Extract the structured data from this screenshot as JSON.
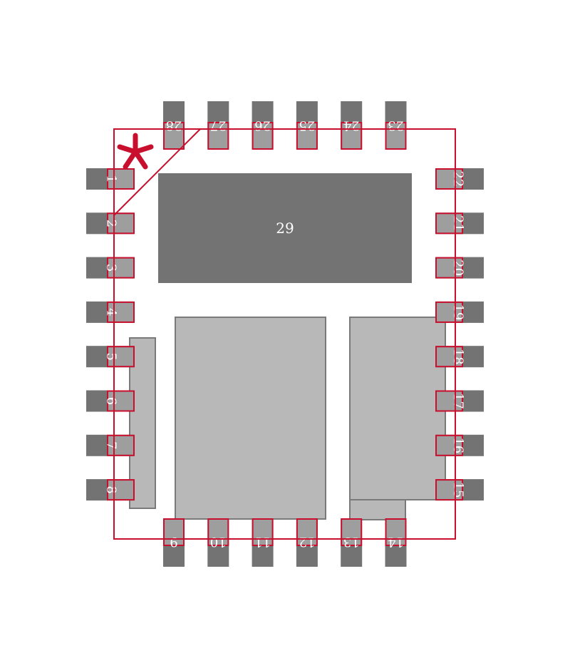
{
  "diagram": {
    "kind": "QFN footprint",
    "colors": {
      "copper_pad": "#737373",
      "paste_pad": "#9e9e9e",
      "body_region": "#b8b8b8",
      "region_outline": "#7a7a7a",
      "outline": "#c8102e",
      "pin1_marker": "#c8102e",
      "label": "#ffffff"
    },
    "pin1_marker_glyph": "*",
    "thermal_pad_label": "29",
    "pins": {
      "left": [
        "1",
        "2",
        "3",
        "4",
        "5",
        "6",
        "7",
        "8"
      ],
      "bottom": [
        "9",
        "10",
        "11",
        "12",
        "13",
        "14"
      ],
      "right": [
        "15",
        "16",
        "17",
        "18",
        "19",
        "20",
        "21",
        "22"
      ],
      "top": [
        "23",
        "24",
        "25",
        "26",
        "27",
        "28"
      ]
    }
  }
}
